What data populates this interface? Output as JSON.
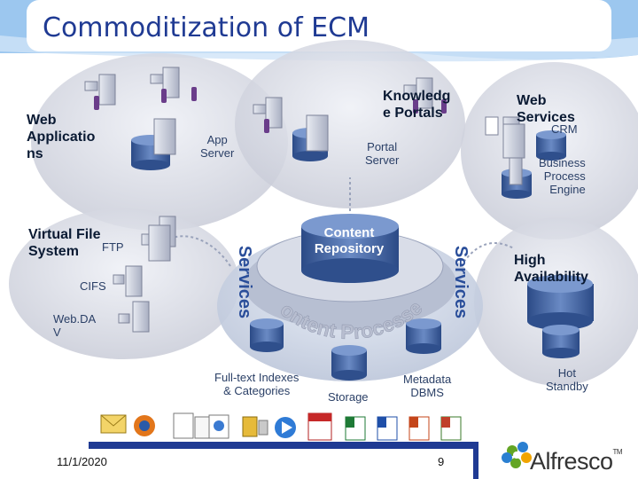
{
  "slide": {
    "title": "Commoditization of ECM",
    "date": "11/1/2020",
    "page_number": "9"
  },
  "labels": {
    "web_applications": "Web\nApplicatio\nns",
    "app_server": "App\nServer",
    "knowledge_portals": "Knowledg\ne Portals",
    "portal_server": "Portal\nServer",
    "web_services": "Web\nServices",
    "crm": "CRM",
    "bpe": "Business\nProcess\nEngine",
    "vfs": "Virtual File\nSystem",
    "ftp": "FTP",
    "cifs": "CIFS",
    "webdav": "Web.DA\nV",
    "content_repository": "Content\nRepository",
    "services_left": "Services",
    "services_right": "Services",
    "content_processes": "Content Processes",
    "high_availability": "High\nAvailability",
    "full_text": "Full-text Indexes\n& Categories",
    "storage": "Storage",
    "metadata": "Metadata\nDBMS",
    "hot_standby": "Hot\nStandby"
  },
  "logo": {
    "name": "Alfresco",
    "tm": "TM"
  },
  "colors": {
    "title": "#1f3a93",
    "accent": "#8cbbe9",
    "cylinder": "#4a6aa8",
    "bubble": "#d4d6e0",
    "logo_green": "#63a524",
    "logo_blue": "#2a7fd1"
  },
  "icons": [
    "envelope-icon",
    "firefox-icon",
    "text-doc-icon",
    "ie-icon",
    "network-icon",
    "media-player-icon",
    "pdf-icon",
    "excel-icon",
    "word-icon",
    "powerpoint-icon",
    "project-icon"
  ]
}
